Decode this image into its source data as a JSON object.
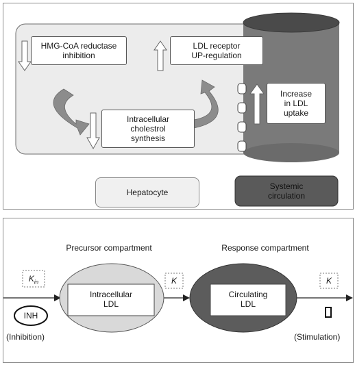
{
  "top_panel": {
    "hmg_box": {
      "line1": "HMG-CoA reductase",
      "line2": "inhibition"
    },
    "ldl_receptor_box": {
      "line1": "LDL receptor",
      "line2": "UP-regulation"
    },
    "increase_box": {
      "line1": "Increase",
      "line2": "in LDL",
      "line3": "uptake"
    },
    "synthesis_box": {
      "line1": "Intracellular",
      "line2": "cholestrol",
      "line3": "synthesis"
    },
    "hepatocyte_label": "Hepatocyte",
    "systemic_label": {
      "line1": "Systemic",
      "line2": "circulation"
    }
  },
  "bottom_panel": {
    "precursor_title": "Precursor compartment",
    "response_title": "Response compartment",
    "kin_symbol": "K",
    "kin_subscript": "in",
    "k_symbol_1": "K",
    "k_symbol_2": "K",
    "intracellular_ldl": {
      "line1": "Intracellular",
      "line2": "LDL"
    },
    "circulating_ldl": {
      "line1": "Circulating",
      "line2": "LDL"
    },
    "inh_label": "INH",
    "inhibition_label": "(Inhibition)",
    "stimulation_label": "(Stimulation)"
  },
  "colors": {
    "hepatocyte_fill": "#ececec",
    "cylinder_fill": "#7a7a7a",
    "cylinder_dark": "#4a4a4a",
    "systemic_fill": "#5a5a5a",
    "arrow_fill": "#8c8c8c",
    "ellipse_light": "#d9d9d9",
    "ellipse_dark": "#5c5c5c"
  }
}
